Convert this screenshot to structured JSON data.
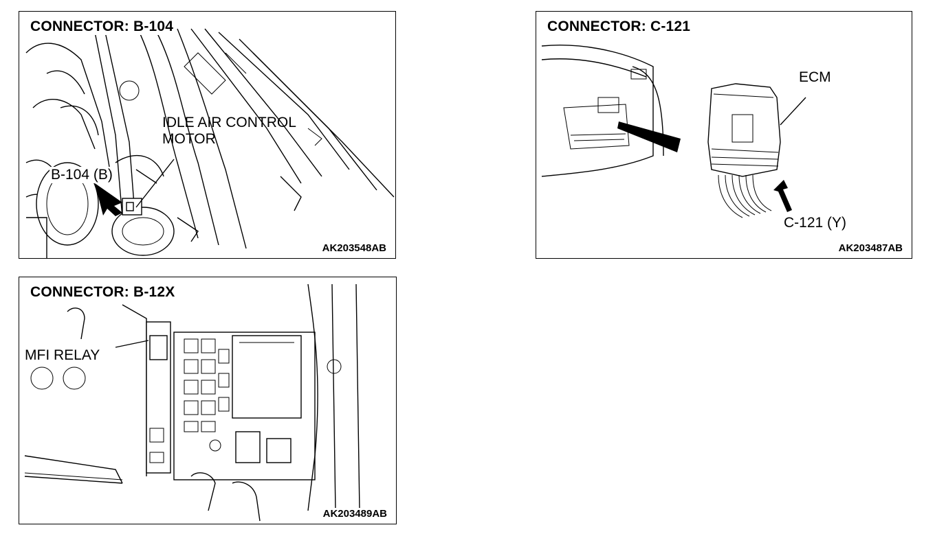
{
  "panels": {
    "b104": {
      "title": "CONNECTOR: B-104",
      "code": "AK203548AB",
      "labels": {
        "component": "IDLE AIR CONTROL\nMOTOR",
        "connector": "B-104 (B)"
      }
    },
    "c121": {
      "title": "CONNECTOR: C-121",
      "code": "AK203487AB",
      "labels": {
        "component": "ECM",
        "connector": "C-121 (Y)"
      }
    },
    "b12x": {
      "title": "CONNECTOR: B-12X",
      "code": "AK203489AB",
      "labels": {
        "component": "MFI RELAY"
      }
    }
  }
}
